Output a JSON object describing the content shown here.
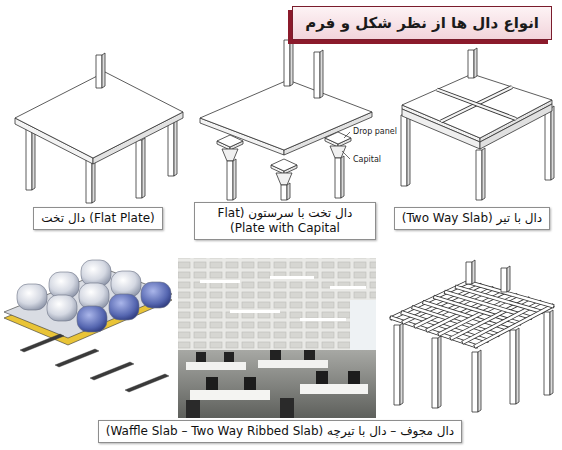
{
  "diagram": {
    "title": "انواع دال ها از نظر شکل و فرم",
    "nodes": [
      {
        "text": [
          "دال تخت (Flat Plate)"
        ]
      },
      {
        "text": [
          "دال تخت با سرستون (Flat Plate with Capital)"
        ]
      },
      {
        "text": [
          "دال با تیر (Two Way Slab)"
        ]
      },
      {
        "text": [
          "دال مجوف – دال با تیرچه (Waffle Slab – Two Way Ribbed Slab)"
        ]
      }
    ],
    "labels": [
      "Drop panel",
      "Capital"
    ]
  }
}
